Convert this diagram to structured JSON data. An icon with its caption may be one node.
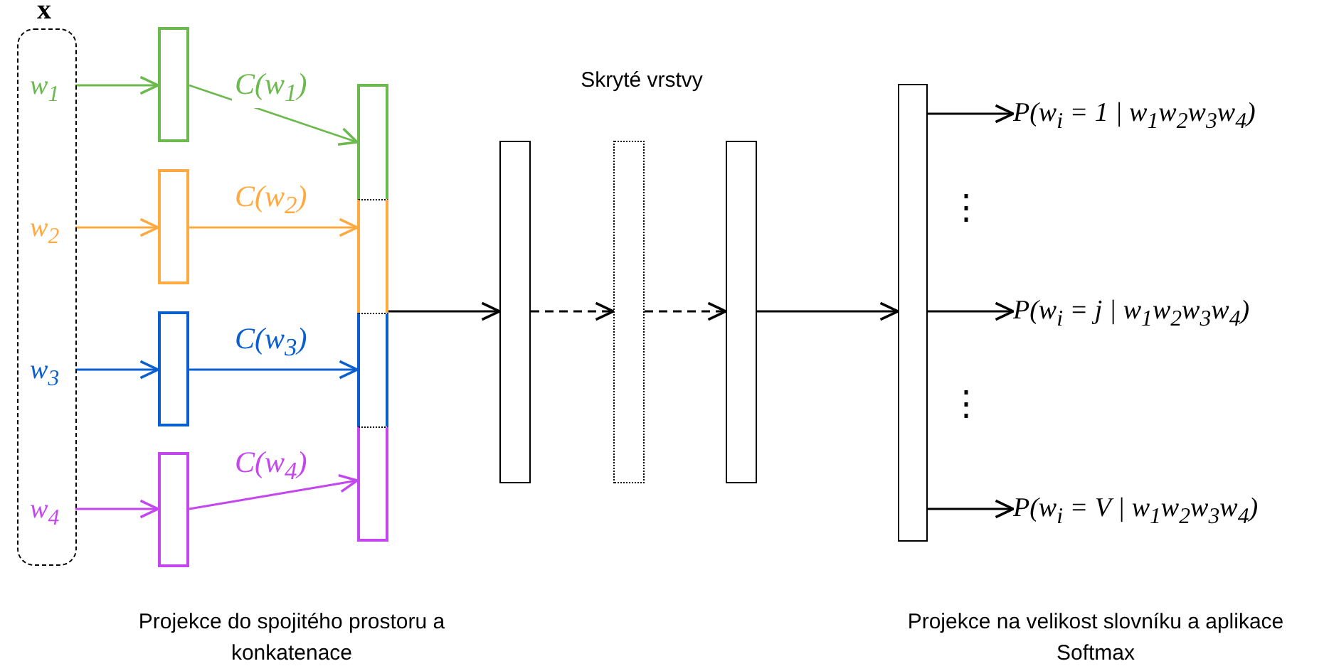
{
  "diagram": {
    "nodes": [
      {
        "text": [
          "x"
        ]
      },
      {
        "text": [
          "w$_{1}$"
        ],
        "in": 0
      },
      {
        "text": [
          "w$_{2}$"
        ],
        "in": 0
      },
      {
        "text": [
          "w$_{3}$"
        ],
        "in": 0
      },
      {
        "text": [
          "w$_{4}$"
        ],
        "in": 0
      },
      {
        "text": [],
        "shape": "box"
      },
      {
        "text": [],
        "shape": "box"
      },
      {
        "text": [],
        "shape": "box"
      },
      {
        "text": [],
        "shape": "box"
      },
      {
        "text": [],
        "shape": "bar"
      },
      {
        "text": [],
        "shape": "box",
        "in": 9
      },
      {
        "text": [],
        "shape": "box",
        "in": 9
      },
      {
        "text": [],
        "shape": "box",
        "in": 9
      },
      {
        "text": [],
        "shape": "box",
        "in": 9
      },
      {
        "text": [],
        "shape": "box"
      },
      {
        "text": [],
        "shape": "box"
      },
      {
        "text": [],
        "shape": "box"
      },
      {
        "text": [],
        "shape": "box"
      },
      {
        "text": [
          "P(w$_{i}$ = 1 | w$_{1}$w$_{2}$w$_{3}$w$_{4}$)"
        ]
      },
      {
        "text": [
          "P(w$_{i}$ = j | w$_{1}$w$_{2}$w$_{3}$w$_{4}$)"
        ]
      },
      {
        "text": [
          "P(w$_{i}$ = V | w$_{1}$w$_{2}$w$_{3}$w$_{4}$)"
        ]
      }
    ],
    "edges": [
      {
        "from": 1,
        "to": 5,
        "arrow": "to",
        "color": "#6cb94e"
      },
      {
        "from": 2,
        "to": 6,
        "arrow": "to",
        "color": "#ffa940"
      },
      {
        "from": 3,
        "to": 7,
        "arrow": "to",
        "color": "#0a5fd0"
      },
      {
        "from": 4,
        "to": 8,
        "arrow": "to",
        "color": "#c446ee"
      },
      {
        "from": 5,
        "to": 10,
        "arrow": "to",
        "label": "C(w$_{1}$)",
        "color": "#6cb94e"
      },
      {
        "from": 6,
        "to": 11,
        "arrow": "to",
        "label": "C(w$_{2}$)",
        "color": "#ffa940"
      },
      {
        "from": 7,
        "to": 12,
        "arrow": "to",
        "label": "C(w$_{3}$)",
        "color": "#0a5fd0"
      },
      {
        "from": 8,
        "to": 13,
        "arrow": "to",
        "label": "C(w$_{4}$)",
        "color": "#c446ee"
      },
      {
        "from": 9,
        "to": 14,
        "arrow": "to"
      },
      {
        "from": 14,
        "to": 15,
        "arrow": "to",
        "style": "dashed"
      },
      {
        "from": 15,
        "to": 16,
        "arrow": "to",
        "style": "dashed"
      },
      {
        "from": 16,
        "to": 17,
        "arrow": "to"
      },
      {
        "from": 17,
        "to": 18,
        "arrow": "to"
      },
      {
        "from": 17,
        "to": 19,
        "arrow": "to"
      },
      {
        "from": 17,
        "to": 20,
        "arrow": "to"
      }
    ],
    "labels": [
      "Skryté vrstvy",
      "⋮",
      "⋮",
      "Projekce do spojitého prostoru a konkatenace",
      "Projekce na velikost slovníku a aplikace Softmax"
    ]
  }
}
